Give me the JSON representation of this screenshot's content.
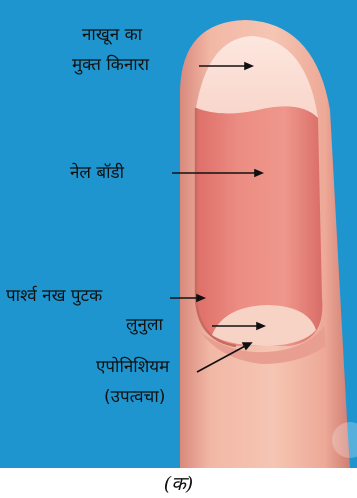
{
  "labels": {
    "free_edge_line1": "नाखून का",
    "free_edge_line2": "मुक्त किनारा",
    "nail_body": "नेल बॉडी",
    "lateral_fold": "पार्श्व नख पुटक",
    "lunula": "लुनुला",
    "eponychium_line1": "एपोनिशियम",
    "eponychium_line2": "(उपत्वचा)"
  },
  "caption": "(क)",
  "colors": {
    "background": "#1f95cf",
    "skin": "#f0b1a0",
    "nail_bed": "#e8857c",
    "free_edge": "#fbe9e2",
    "lunula": "#f7d2c5"
  }
}
